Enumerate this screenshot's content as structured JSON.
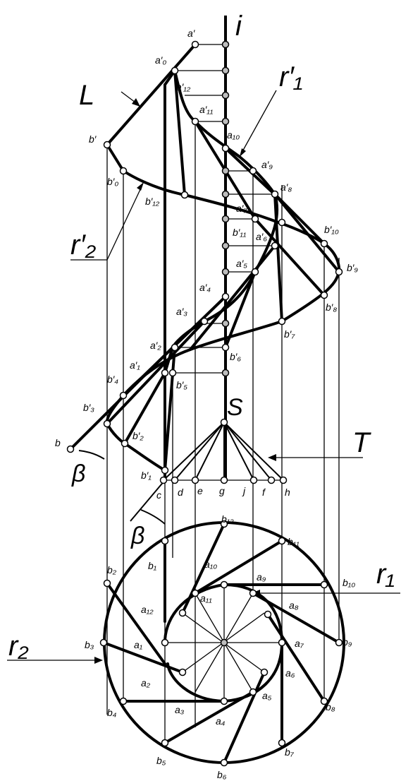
{
  "diagram": {
    "labels": {
      "i": "i",
      "L": "L",
      "r1_prime": "r′₁",
      "r2_prime": "r′₂",
      "r1": "r₁",
      "r2": "r₂",
      "S": "S",
      "T": "T",
      "beta_top": "β",
      "beta_bottom": "β",
      "b": "b",
      "c": "c",
      "d": "d",
      "e": "e",
      "g": "g",
      "j": "j",
      "f": "f",
      "h": "h"
    },
    "front_a": [
      "a′",
      "a′₀",
      "a′₁₂",
      "a′₁₁",
      "a₁₀",
      "a′₉",
      "a′₈",
      "a′₇",
      "a′₆",
      "a′₅",
      "a′₄",
      "a′₃",
      "a′₂",
      "a′₁"
    ],
    "front_b": [
      "b′",
      "b′₀",
      "b′₁₂",
      "b′₁₁",
      "b′₁₀",
      "b′₉",
      "b′₈",
      "b′₇",
      "b′₆",
      "b′₅",
      "b′₄",
      "b′₃",
      "b′₂",
      "b′₁"
    ],
    "plan_a": [
      "a₁",
      "a₂",
      "a₃",
      "a₄",
      "a₅",
      "a₆",
      "a₇",
      "a₈",
      "a₉",
      "a₁₀",
      "a₁₁",
      "a₁₂"
    ],
    "plan_b": [
      "b₁",
      "b₂",
      "b₃",
      "b₄",
      "b₅",
      "b₆",
      "b₇",
      "b₈",
      "b₉",
      "b₁₀",
      "b₁₁",
      "b₁₂"
    ]
  }
}
